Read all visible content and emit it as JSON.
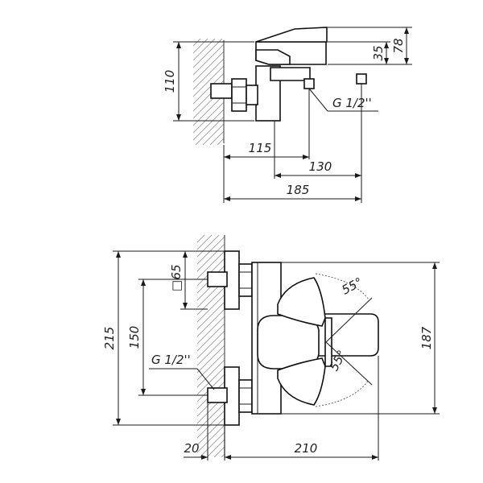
{
  "top_view": {
    "dim_78": "78",
    "dim_35": "35",
    "dim_110": "110",
    "dim_115": "115",
    "dim_130": "130",
    "dim_185": "185",
    "thread_label": "G 1/2''"
  },
  "front_view": {
    "dim_65": "65",
    "square_symbol": "□",
    "dim_215": "215",
    "dim_150": "150",
    "dim_187": "187",
    "dim_20": "20",
    "dim_210": "210",
    "angle_upper": "55°",
    "angle_lower": "55°",
    "thread_label": "G 1/2''"
  }
}
